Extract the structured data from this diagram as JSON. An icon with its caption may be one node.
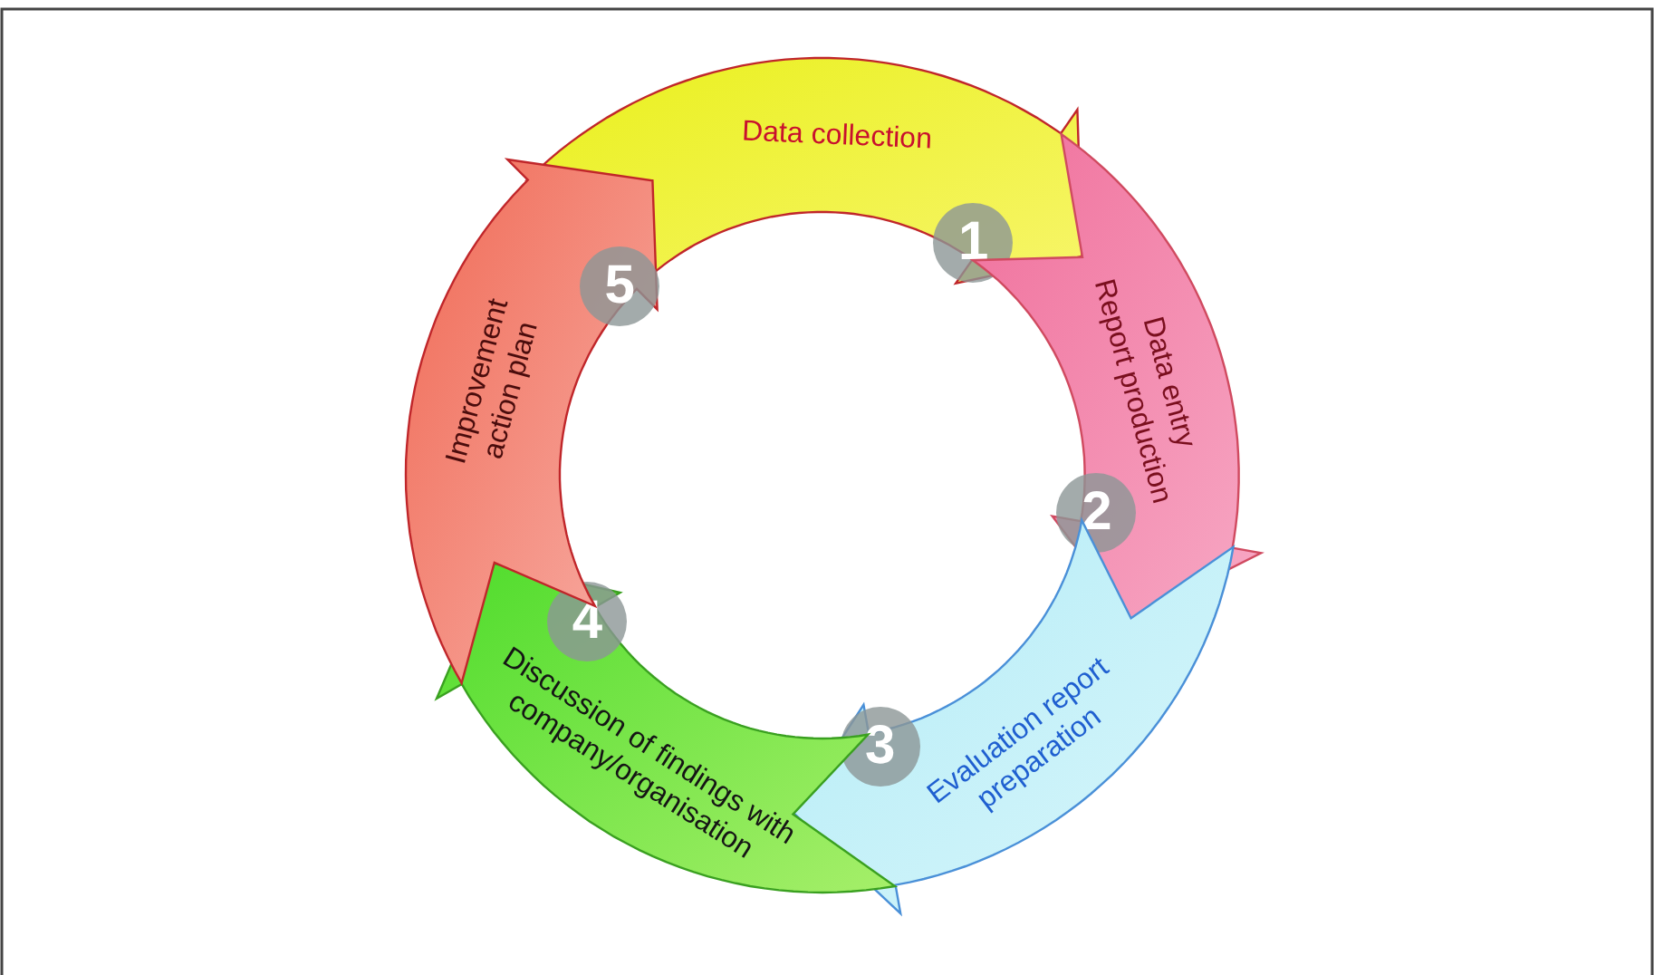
{
  "diagram": {
    "nodes": [
      {
        "text": [
          "1",
          "Data collection"
        ]
      },
      {
        "text": [
          "2",
          "Data entry",
          "Report production"
        ]
      },
      {
        "text": [
          "3",
          "Evaluation report preparation"
        ]
      },
      {
        "text": [
          "4",
          "Discussion of findings with company/organisation"
        ]
      },
      {
        "text": [
          "5",
          "Improvement action plan"
        ]
      }
    ]
  }
}
